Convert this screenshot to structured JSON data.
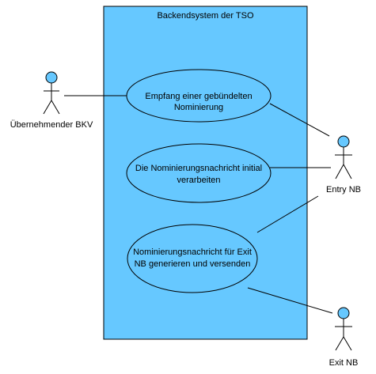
{
  "colors": {
    "system_fill": "#66c8ff",
    "usecase_fill": "#66c8ff",
    "actor_head": "#66c8ff",
    "line": "#000000"
  },
  "system": {
    "title": "Backendsystem der TSO"
  },
  "use_cases": [
    {
      "line1": "Empfang einer gebündelten",
      "line2": "Nominierung"
    },
    {
      "line1": "Die Nominierungsnachricht initial",
      "line2": "verarbeiten"
    },
    {
      "line1": "Nominierungsnachricht für Exit",
      "line2": "NB generieren und versenden"
    }
  ],
  "actors": [
    {
      "label": "Übernehmender BKV"
    },
    {
      "label": "Entry NB"
    },
    {
      "label": "Exit NB"
    }
  ]
}
